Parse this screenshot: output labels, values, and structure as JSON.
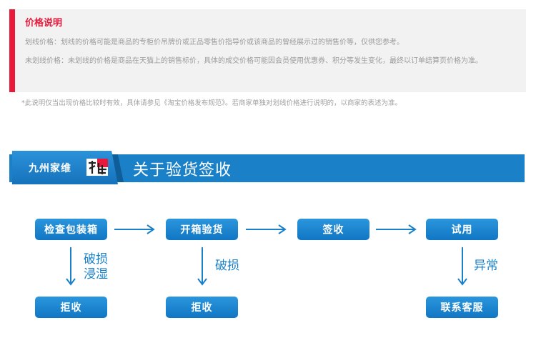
{
  "price_info": {
    "title": "价格说明",
    "line1": "划线价格：划线的价格可能是商品的专柜价吊牌价或正品零售价指导价或该商品的曾经展示过的销售价等，仅供您参考。",
    "line2": "未划线价格：未划线的价格是商品在天猫上的销售标价，具体的成交价格可能因会员使用优惠券、积分等发生变化，最终以订单结算页价格为准。",
    "note": "*此说明仅当出现价格比较时有效，具体请参见《淘宝价格发布规范》。若商家单独对划线价格进行说明的，以商家的表述为准。"
  },
  "header": {
    "brand": "九州家维",
    "title": "关于验货签收"
  },
  "flow": {
    "steps": [
      "检查包装箱",
      "开箱验货",
      "签收",
      "试用"
    ],
    "reasons": [
      "破损\n浸湿",
      "破损",
      "异常"
    ],
    "outcomes": [
      "拒收",
      "拒收",
      "联系客服"
    ]
  },
  "colors": {
    "accent_red": "#e8193b",
    "brand_blue": "#1a81c9"
  }
}
